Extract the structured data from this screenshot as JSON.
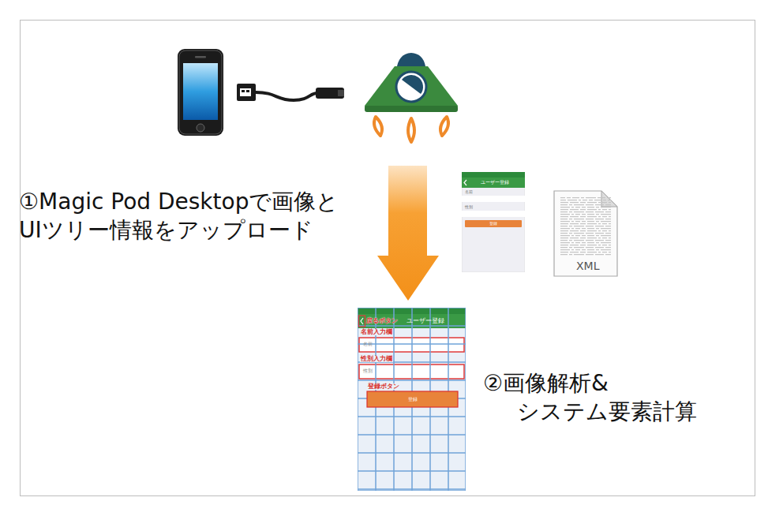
{
  "diagram": {
    "nodes": [
      {
        "text": [
          "ユーザー登録",
          "名前",
          "性別",
          "登録"
        ]
      },
      {
        "text": [
          "XML"
        ]
      },
      {
        "text": [
          "戻るボタン",
          "ユーザー登録",
          "名前入力欄",
          "名前",
          "性別入力欄",
          "性別",
          "登録ボタン",
          "登録"
        ]
      }
    ],
    "labels": [
      "①Magic Pod Desktopで画像と UIツリー情報をアップロード",
      "②画像解析& システム要素計算"
    ]
  }
}
